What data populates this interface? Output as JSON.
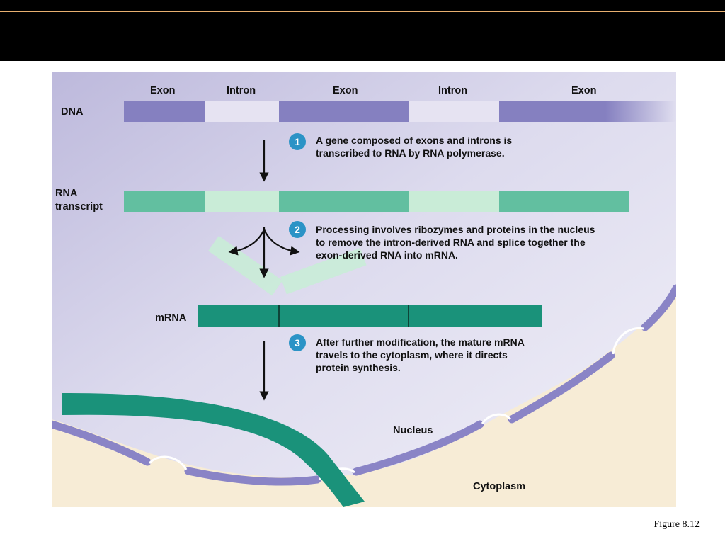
{
  "colors": {
    "dna_exon": "#8580c0",
    "dna_intron": "#e6e3f2",
    "rna_exon": "#62bfa0",
    "rna_intron": "#c9ecd7",
    "mrna": "#1a927a",
    "membrane": "#8a84c6",
    "cytoplasm": "#f7ecd6",
    "step_circle": "#2b93c6"
  },
  "segment_labels": [
    "Exon",
    "Intron",
    "Exon",
    "Intron",
    "Exon"
  ],
  "row_labels": {
    "dna": "DNA",
    "rna": "RNA\ntranscript",
    "mrna": "mRNA"
  },
  "steps": [
    {
      "number": "1",
      "text": "A gene composed of exons and introns is transcribed to RNA by RNA polymerase."
    },
    {
      "number": "2",
      "text": "Processing involves ribozymes and proteins in the nucleus to remove the intron-derived RNA and splice together the exon-derived RNA into mRNA."
    },
    {
      "number": "3",
      "text": "After further modification, the mature mRNA travels to the cytoplasm, where it directs protein synthesis."
    }
  ],
  "regions": {
    "nucleus": "Nucleus",
    "cytoplasm": "Cytoplasm"
  },
  "caption": "Figure 8.12"
}
